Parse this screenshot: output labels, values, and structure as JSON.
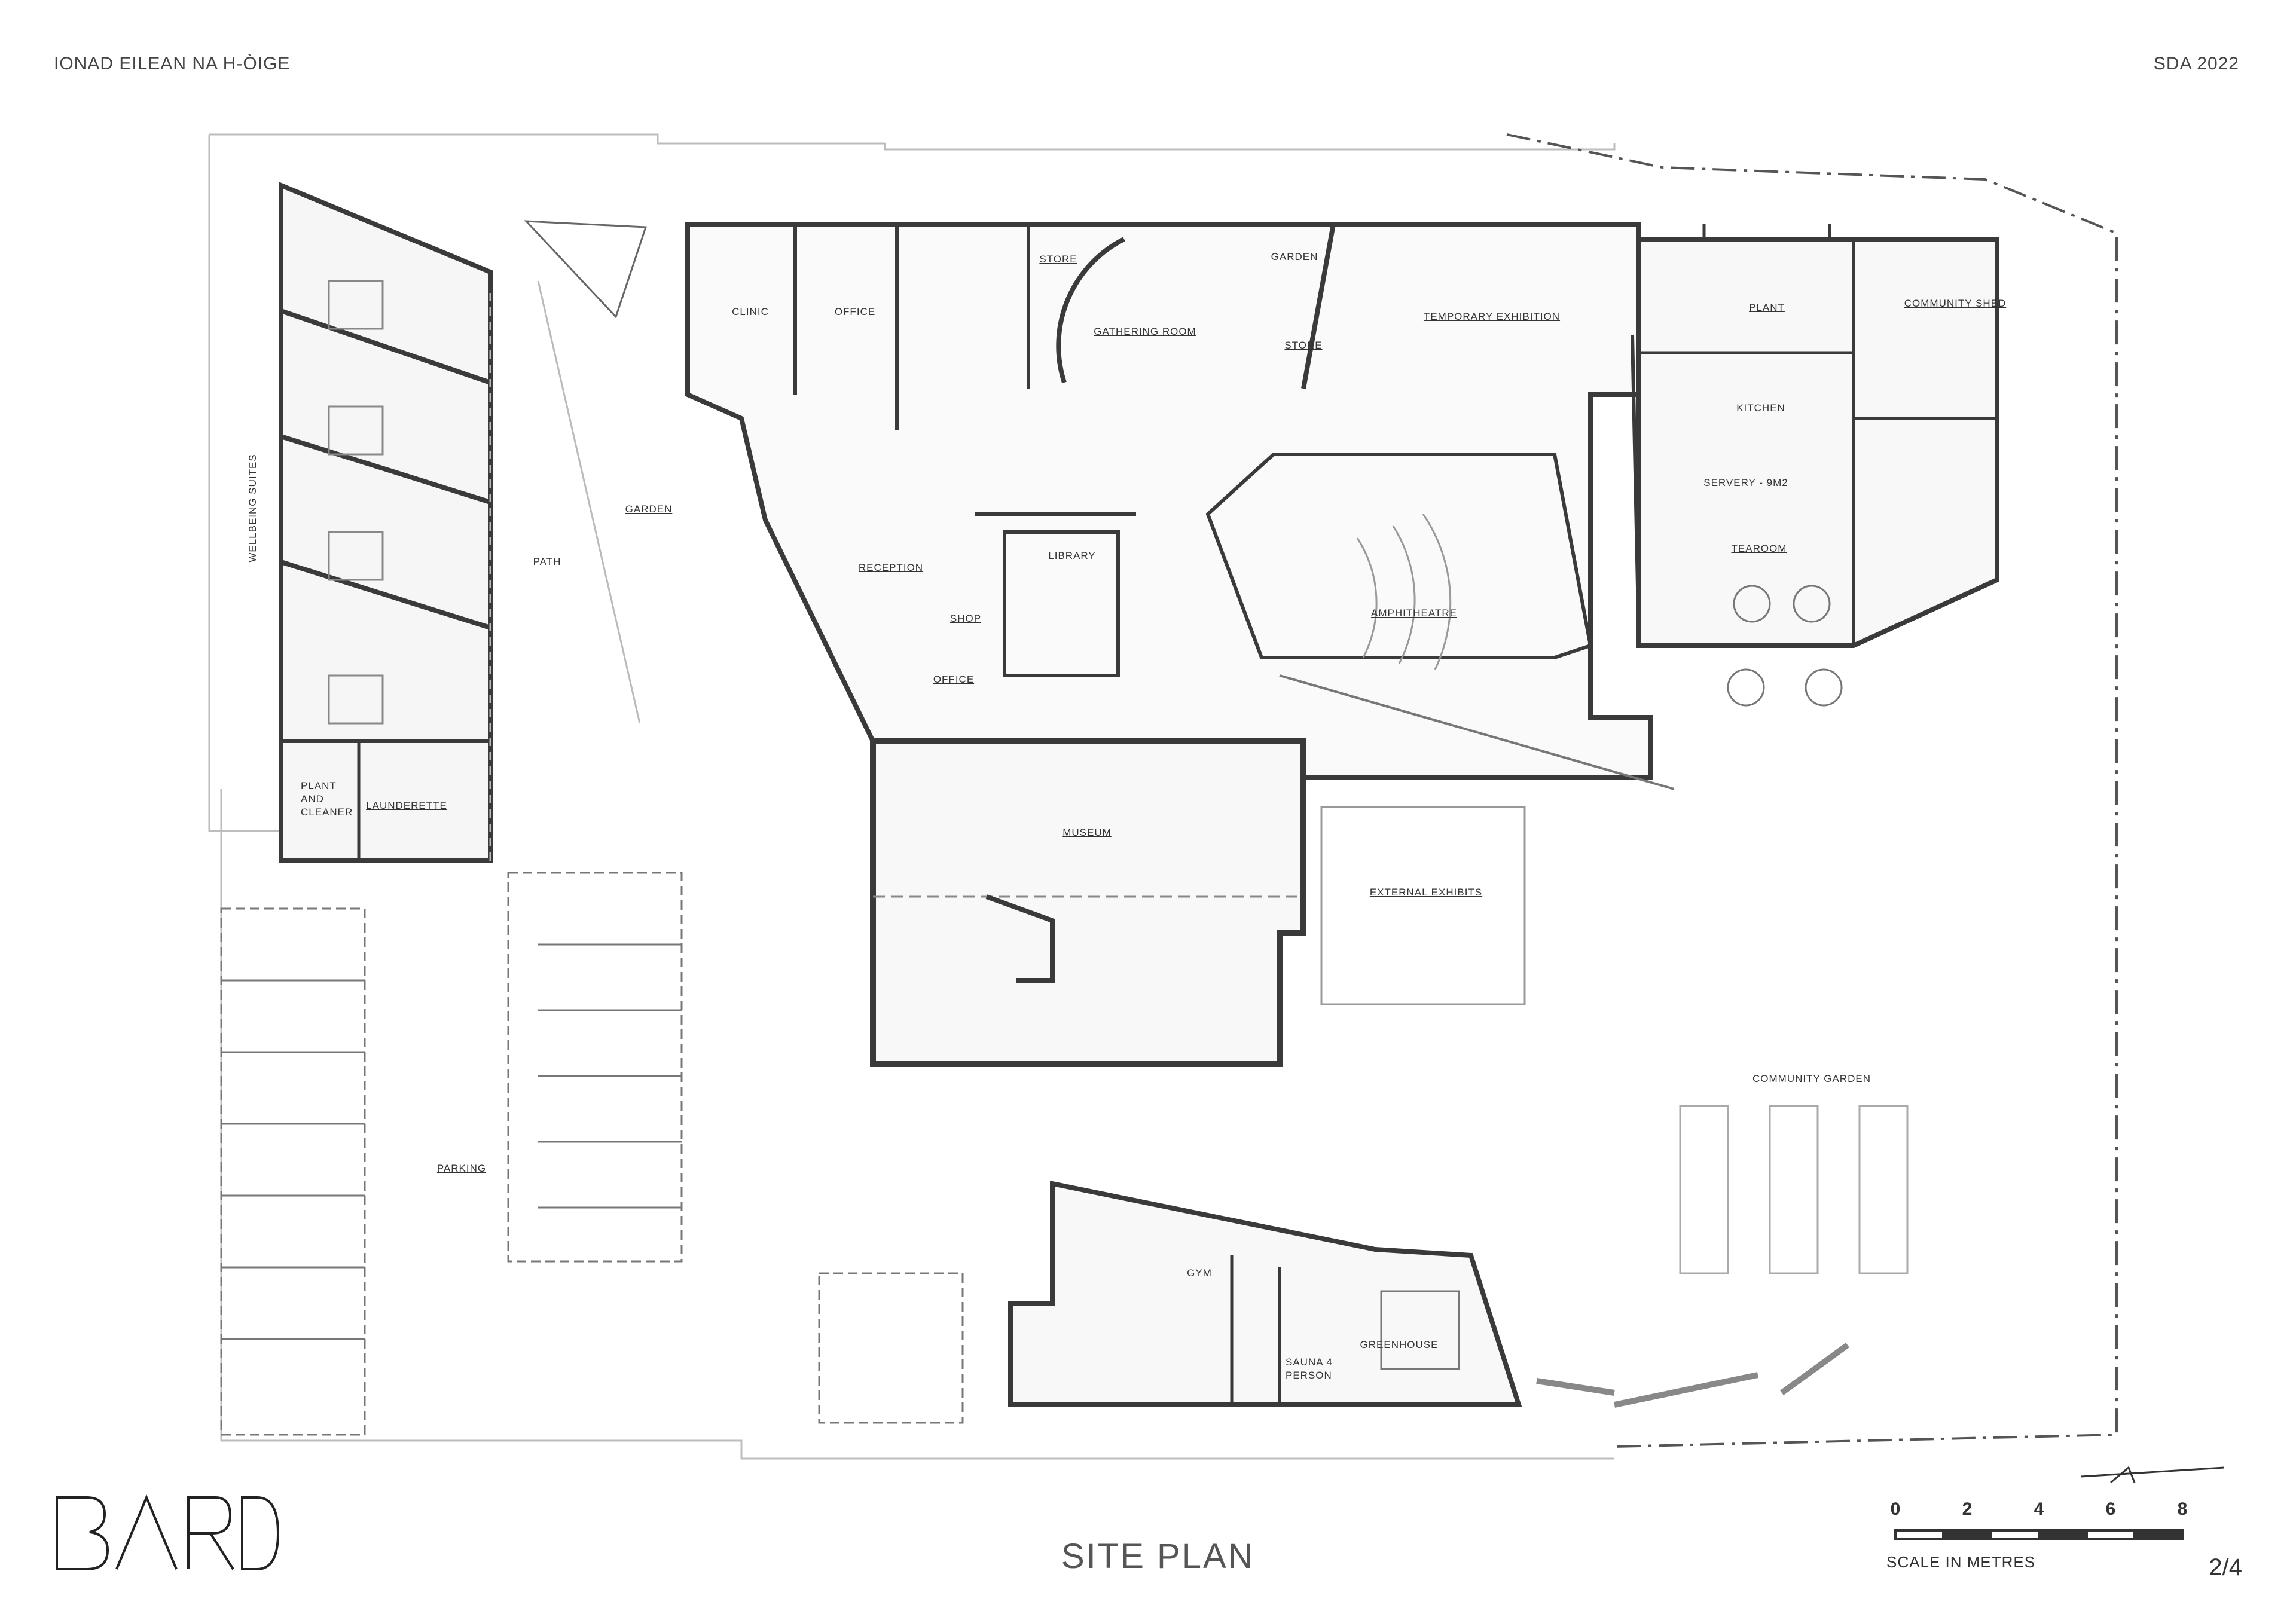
{
  "header": {
    "project_title": "IONAD EILEAN NA H-ÒIGE",
    "sheet_code": "SDA 2022"
  },
  "rooms": {
    "clinic": "CLINIC",
    "office_top": "OFFICE",
    "store_top": "STORE",
    "gathering_room": "GATHERING ROOM",
    "garden_top": "GARDEN",
    "store_mid": "STORE",
    "temporary_exhibition": "TEMPORARY EXHIBITION",
    "plant": "PLANT",
    "community_shed": "COMMUNITY SHED",
    "kitchen": "KITCHEN",
    "servery": "SERVERY - 9M2",
    "tearoom": "TEAROOM",
    "wellbeing_suites": "WELLBEING SUITES",
    "garden_left": "GARDEN",
    "path": "PATH",
    "reception": "RECEPTION",
    "shop": "SHOP",
    "library": "LIBRARY",
    "office_mid": "OFFICE",
    "amphitheatre": "AMPHITHEATRE",
    "plant_and_cleaner": "PLANT AND CLEANER",
    "launderette": "LAUNDERETTE",
    "museum": "MUSEUM",
    "external_exhibits": "EXTERNAL EXHIBITS",
    "community_garden": "COMMUNITY GARDEN",
    "parking": "PARKING",
    "gym": "GYM",
    "sauna": "SAUNA 4 PERSON",
    "greenhouse": "GREENHOUSE"
  },
  "footer": {
    "logo_text": "BARD",
    "plan_title": "SITE PLAN",
    "scale_caption": "SCALE IN METRES",
    "scale_ticks": [
      "0",
      "2",
      "4",
      "6",
      "8"
    ],
    "sheet_number": "2/4"
  }
}
